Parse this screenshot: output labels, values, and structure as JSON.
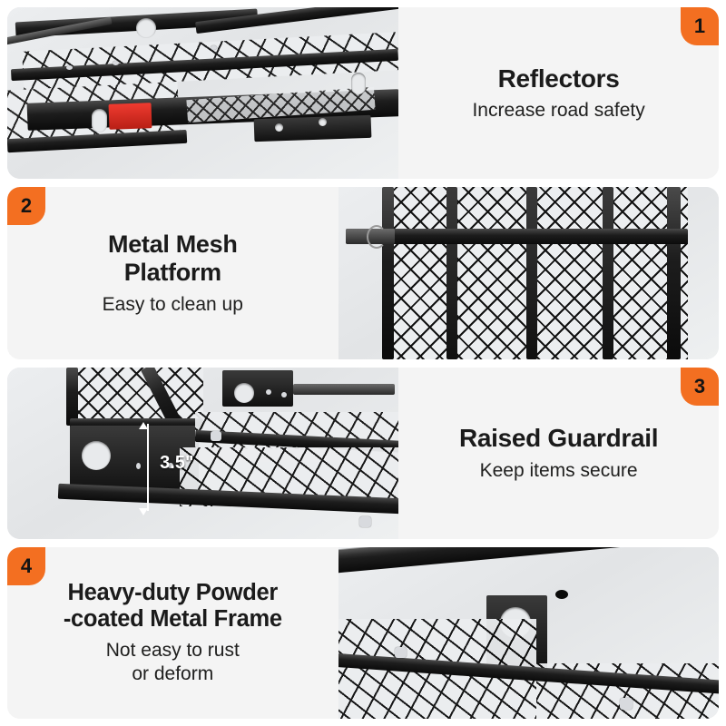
{
  "page": {
    "background_color": "#ffffff",
    "panel_background_color": "#f4f4f4",
    "accent_color": "#f36f21",
    "title_color": "#1b1b1b"
  },
  "features": [
    {
      "number": "1",
      "title": "Reflectors",
      "subtitle": "Increase road safety",
      "image_alt": "cargo-carrier-rear-rail-with-red-reflector",
      "badge_corner": "top-right",
      "image_side": "left"
    },
    {
      "number": "2",
      "title": "Metal Mesh\nPlatform",
      "subtitle": "Easy to clean up",
      "image_alt": "metal-mesh-platform-top-view-with-crossbars",
      "badge_corner": "top-left",
      "image_side": "right"
    },
    {
      "number": "3",
      "title": "Raised Guardrail",
      "subtitle": "Keep items secure",
      "image_alt": "raised-guardrail-corner-with-height-callout",
      "badge_corner": "top-right",
      "image_side": "left",
      "annotation": "3.5\""
    },
    {
      "number": "4",
      "title": "Heavy-duty Powder\n-coated Metal Frame",
      "subtitle": "Not easy to rust\nor deform",
      "image_alt": "powder-coated-metal-frame-rail-and-bracket",
      "badge_corner": "top-left",
      "image_side": "right"
    }
  ]
}
